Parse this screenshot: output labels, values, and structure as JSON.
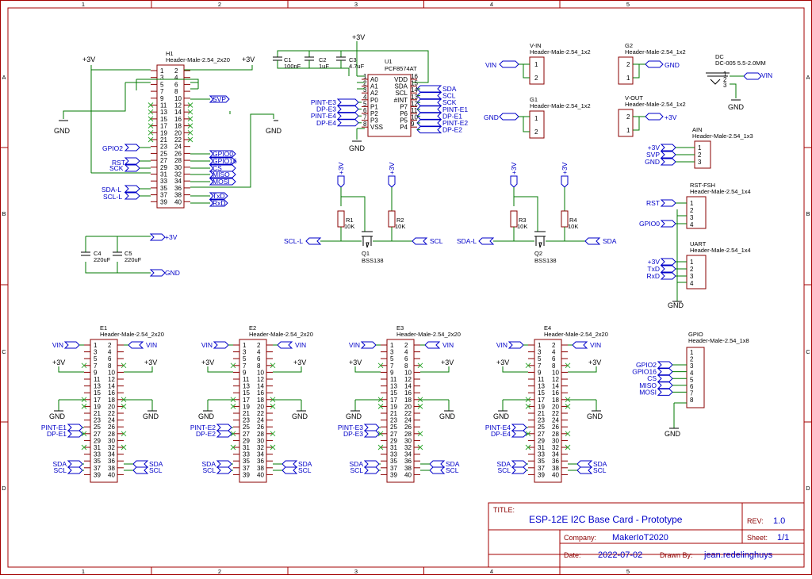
{
  "frame": {
    "columns": [
      "1",
      "2",
      "3",
      "4",
      "5"
    ],
    "rows": [
      "A",
      "B",
      "C",
      "D"
    ]
  },
  "title_block": {
    "title_label": "TITLE:",
    "title": "ESP-12E I2C Base Card - Prototype",
    "rev_label": "REV:",
    "rev": "1.0",
    "company_label": "Company:",
    "company": "MakerIoT2020",
    "sheet_label": "Sheet:",
    "sheet": "1/1",
    "date_label": "Date:",
    "date": "2022-07-02",
    "drawn_label": "Drawn By:",
    "drawn_by": "jean.redelinghuys"
  },
  "h1": {
    "ref": "H1",
    "value": "Header-Male-2.54_2x20",
    "nets": {
      "svp": "SVP",
      "gpio2": "GPIO2",
      "rst": "RST",
      "sck": "SCK",
      "gpio0": "GPIO0",
      "gpio16": "GPIO16",
      "cs": "CS",
      "miso": "MISO",
      "mosi": "MOSI",
      "sdal": "SDA-L",
      "scll": "SCL-L",
      "txd": "TxD",
      "rxd": "RxD"
    },
    "power": {
      "v3a": "+3V",
      "v3b": "+3V",
      "gnd1": "GND",
      "gnd2": "GND"
    }
  },
  "caps": {
    "c4": {
      "ref": "C4",
      "value": "220uF"
    },
    "c5": {
      "ref": "C5",
      "value": "220uF"
    },
    "nets": {
      "v3": "+3V",
      "gnd": "GND"
    }
  },
  "u1": {
    "ref": "U1",
    "value": "PCF8574AT",
    "vdd": "VDD",
    "vss": "VSS",
    "left_pins": [
      {
        "name": "A0",
        "num": "1"
      },
      {
        "name": "A1",
        "num": "2"
      },
      {
        "name": "A2",
        "num": "3"
      },
      {
        "name": "P0",
        "num": "4"
      },
      {
        "name": "P1",
        "num": "5"
      },
      {
        "name": "P2",
        "num": "6"
      },
      {
        "name": "P3",
        "num": "7"
      },
      {
        "name": "VSS",
        "num": "8"
      }
    ],
    "right_pins": [
      {
        "name": "VDD",
        "num": "16"
      },
      {
        "name": "SDA",
        "num": "15"
      },
      {
        "name": "SCL",
        "num": "14"
      },
      {
        "name": "#INT",
        "num": "13"
      },
      {
        "name": "P7",
        "num": "12"
      },
      {
        "name": "P6",
        "num": "11"
      },
      {
        "name": "P5",
        "num": "10"
      },
      {
        "name": "P4",
        "num": "9"
      }
    ],
    "left_nets": [
      "PINT-E3",
      "DP-E3",
      "PINT-E4",
      "DP-E4"
    ],
    "right_nets": [
      "SDA",
      "SCL",
      "SCK",
      "PINT-E1",
      "DP-E1",
      "PINT-E2",
      "DP-E2"
    ],
    "c1": {
      "ref": "C1",
      "value": "100nF"
    },
    "c2": {
      "ref": "C2",
      "value": "1uF"
    },
    "c3": {
      "ref": "C3",
      "value": "4.7uF"
    },
    "v3": "+3V",
    "gnd": "GND"
  },
  "level_shift": [
    {
      "ra": {
        "ref": "R1",
        "value": "10K"
      },
      "rb": {
        "ref": "R2",
        "value": "10K"
      },
      "q": {
        "ref": "Q1",
        "value": "BSS138"
      },
      "in": "SCL-L",
      "out": "SCL",
      "v": "+3V"
    },
    {
      "ra": {
        "ref": "R3",
        "value": "10K"
      },
      "rb": {
        "ref": "R4",
        "value": "10K"
      },
      "q": {
        "ref": "Q2",
        "value": "BSS138"
      },
      "in": "SDA-L",
      "out": "SDA",
      "v": "+3V"
    }
  ],
  "small_headers": {
    "vin": {
      "ref": "V-IN",
      "value": "Header-Male-2.54_1x2",
      "net": "VIN"
    },
    "g2": {
      "ref": "G2",
      "value": "Header-Male-2.54_1x2",
      "net": "GND"
    },
    "dc": {
      "ref": "DC",
      "value": "DC-005 5.5-2.0MM",
      "net": "VIN",
      "gnd": "GND"
    },
    "g1": {
      "ref": "G1",
      "value": "Header-Male-2.54_1x2",
      "net": "GND"
    },
    "vout": {
      "ref": "V-OUT",
      "value": "Header-Male-2.54_1x2",
      "net": "+3V"
    },
    "ain": {
      "ref": "AIN",
      "value": "Header-Male-2.54_1x3",
      "nets": [
        "+3V",
        "SVP",
        "GND"
      ]
    },
    "rstfsh": {
      "ref": "RST-FSH",
      "value": "Header-Male-2.54_1x4",
      "nets": [
        "RST",
        "GPIO0"
      ]
    },
    "uart": {
      "ref": "UART",
      "value": "Header-Male-2.54_1x4",
      "nets": [
        "+3V",
        "TxD",
        "RxD"
      ],
      "gnd": "GND"
    },
    "gpio": {
      "ref": "GPIO",
      "value": "Header-Male-2.54_1x8",
      "nets": [
        "GPIO2",
        "GPIO16",
        "CS",
        "MISO",
        "MOSI"
      ],
      "gnd": "GND"
    }
  },
  "e_headers": [
    {
      "ref": "E1",
      "value": "Header-Male-2.54_2x20",
      "pint": "PINT-E1",
      "dp": "DP-E1"
    },
    {
      "ref": "E2",
      "value": "Header-Male-2.54_2x20",
      "pint": "PINT-E2",
      "dp": "DP-E2"
    },
    {
      "ref": "E3",
      "value": "Header-Male-2.54_2x20",
      "pint": "PINT-E3",
      "dp": "DP-E3"
    },
    {
      "ref": "E4",
      "value": "Header-Male-2.54_2x20",
      "pint": "PINT-E4",
      "dp": "DP-E4"
    }
  ],
  "e_nets": {
    "vin": "VIN",
    "v3": "+3V",
    "gnd": "GND",
    "sda": "SDA",
    "scl": "SCL"
  }
}
